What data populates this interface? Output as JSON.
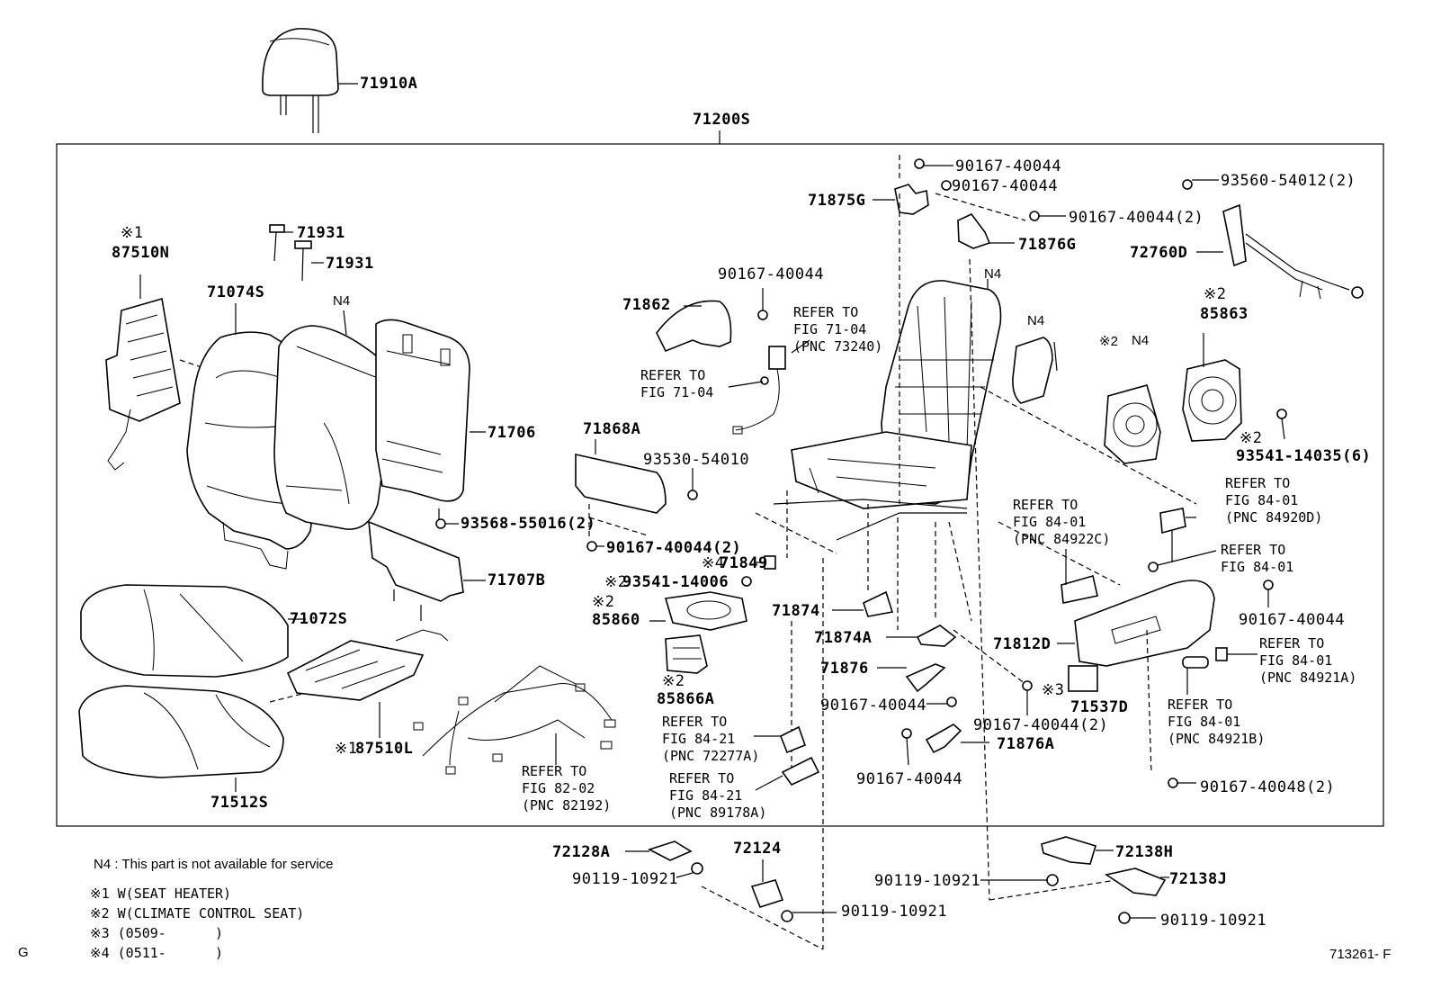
{
  "diagram": {
    "part_labels": {
      "headrest": "71910A",
      "seat_assembly": "71200S",
      "heater_back": "87510N",
      "heater_back_mark": "※1",
      "seat_back_cover": "71074S",
      "headrest_support_1": "71931",
      "headrest_support_2": "71931",
      "back_pad": "71706",
      "screw_back": "93568-55016(2)",
      "back_board": "71707B",
      "cushion_cover": "71072S",
      "heater_cushion": "87510L",
      "heater_cushion_mark": "※1",
      "cushion_pad": "71512S",
      "adjuster_cover_upper": "71875G",
      "adjuster_cover_side": "71876G",
      "blower_duct": "72760D",
      "cover_71862": "71862",
      "shield_71868A": "71868A",
      "blower_85863": "85863",
      "blower_85863_mark": "※2",
      "fan_85860": "85860",
      "fan_85860_mark": "※2",
      "fan_85866A": "85866A",
      "fan_85866A_mark": "※2",
      "clip_71849": "71849",
      "clip_71849_mark": "※4",
      "cover_71874": "71874",
      "cover_71874A": "71874A",
      "cover_71876": "71876",
      "cover_71876A": "71876A",
      "shield_71812D": "71812D",
      "pad_71537D": "71537D",
      "pad_71537D_mark": "※3",
      "cover_72128A": "72128A",
      "cover_72124": "72124",
      "cover_72138H": "72138H",
      "cover_72138J": "72138J"
    },
    "fasteners": {
      "bolt_top_1": "90167-40044",
      "bolt_top_2": "90167-40044",
      "bolt_top_3": "90167-40044(2)",
      "screw_blower": "93560-54012(2)",
      "bolt_71862": "90167-40044",
      "screw_71868A": "93530-54010",
      "bolt_71868A": "90167-40044(2)",
      "screw_85863": "93541-14035(6)",
      "screw_85863_mark": "※2",
      "screw_85860": "93541-14006",
      "screw_85860_mark": "※2",
      "bolt_right": "90167-40044",
      "bolt_71876": "90167-40044",
      "bolt_71876A": "90167-40044",
      "bolt_center": "90167-40044(2)",
      "bolt_bottom_right": "90167-40048(2)",
      "bolt_72128A": "90119-10921",
      "bolt_72124": "90119-10921",
      "bolt_72138H": "90119-10921",
      "bolt_72138J": "90119-10921"
    },
    "references": {
      "ref_belt_upper": "REFER TO\nFIG 71-04\n(PNC 73240)",
      "ref_belt_lower": "REFER TO\nFIG 71-04",
      "ref_84922C": "REFER TO\nFIG 84-01\n(PNC 84922C)",
      "ref_84920D": "REFER TO\nFIG 84-01\n(PNC 84920D)",
      "ref_84_01": "REFER TO\nFIG 84-01",
      "ref_84921A": "REFER TO\nFIG 84-01\n(PNC 84921A)",
      "ref_84921B": "REFER TO\nFIG 84-01\n(PNC 84921B)",
      "ref_72277A": "REFER TO\nFIG 84-21\n(PNC 72277A)",
      "ref_89178A": "REFER TO\nFIG 84-21\n(PNC 89178A)",
      "ref_82192": "REFER TO\nFIG 82-02\n(PNC 82192)"
    },
    "n4_marks": [
      "N4",
      "N4",
      "N4",
      "N4"
    ],
    "n4_mark_2_prefix": "※2",
    "legend": {
      "n4": "N4 : This part is not available for service",
      "note1": "※1  W(SEAT HEATER)",
      "note2": "※2  W(CLIMATE CONTROL SEAT)",
      "note3": "※3 (0509-      )",
      "note4": "※4 (0511-      )"
    },
    "corner_letter": "G",
    "figure_code": "713261- F"
  }
}
